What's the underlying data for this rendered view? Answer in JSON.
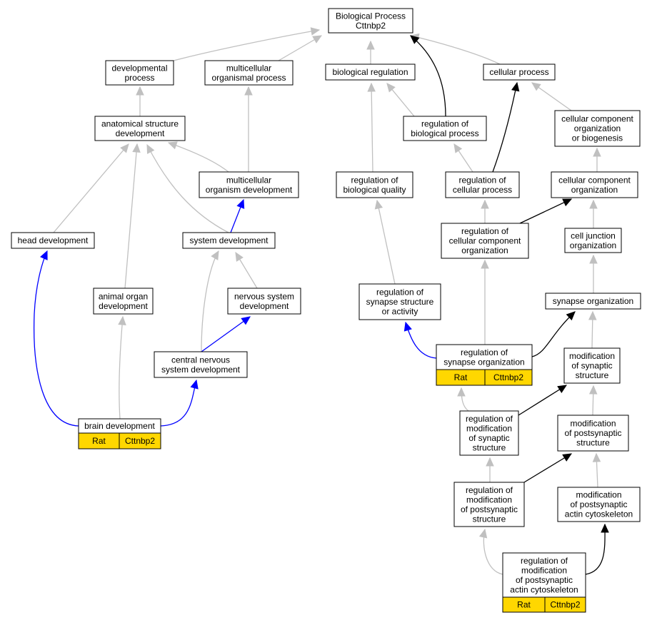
{
  "colors": {
    "gray_edge": "#c0c0c0",
    "black_edge": "#000000",
    "blue_edge": "#0000ff",
    "annotation_fill": "#ffd700",
    "node_fill": "#ffffff",
    "node_stroke": "#000000"
  },
  "nodes": {
    "bp_root": [
      "Biological Process",
      "Cttnbp2"
    ],
    "dev_process": [
      "developmental",
      "process"
    ],
    "multicell_process": [
      "multicellular",
      "organismal process"
    ],
    "bio_reg": [
      "biological regulation"
    ],
    "cell_process": [
      "cellular process"
    ],
    "anat_dev": [
      "anatomical structure",
      "development"
    ],
    "reg_bio_process": [
      "regulation of",
      "biological process"
    ],
    "cc_org_biogen": [
      "cellular component",
      "organization",
      "or biogenesis"
    ],
    "multicell_dev": [
      "multicellular",
      "organism development"
    ],
    "reg_bio_quality": [
      "regulation of",
      "biological quality"
    ],
    "reg_cell_process": [
      "regulation of",
      "cellular process"
    ],
    "cc_org": [
      "cellular component",
      "organization"
    ],
    "head_dev": [
      "head development"
    ],
    "system_dev": [
      "system development"
    ],
    "reg_cc_org": [
      "regulation of",
      "cellular component",
      "organization"
    ],
    "cell_junction_org": [
      "cell junction",
      "organization"
    ],
    "animal_organ_dev": [
      "animal organ",
      "development"
    ],
    "ns_dev": [
      "nervous system",
      "development"
    ],
    "reg_syn_struct": [
      "regulation of",
      "synapse structure",
      "or activity"
    ],
    "syn_org": [
      "synapse organization"
    ],
    "cns_dev": [
      "central nervous",
      "system development"
    ],
    "reg_syn_org": [
      "regulation of",
      "synapse organization"
    ],
    "mod_syn_struct": [
      "modification",
      "of synaptic",
      "structure"
    ],
    "brain_dev": [
      "brain development"
    ],
    "reg_mod_syn_struct": [
      "regulation of",
      "modification",
      "of synaptic",
      "structure"
    ],
    "mod_postsyn_struct": [
      "modification",
      "of postsynaptic",
      "structure"
    ],
    "reg_mod_postsyn_struct": [
      "regulation of",
      "modification",
      "of postsynaptic",
      "structure"
    ],
    "mod_postsyn_actin": [
      "modification",
      "of postsynaptic",
      "actin cytoskeleton"
    ],
    "reg_mod_postsyn_actin": [
      "regulation of",
      "modification",
      "of postsynaptic",
      "actin cytoskeleton"
    ]
  },
  "annotations": {
    "brain_dev": [
      "Rat",
      "Cttnbp2"
    ],
    "reg_syn_org": [
      "Rat",
      "Cttnbp2"
    ],
    "reg_mod_postsyn_actin": [
      "Rat",
      "Cttnbp2"
    ]
  },
  "edges": [
    {
      "from": "dev_process",
      "to": "bp_root",
      "kind": "gray"
    },
    {
      "from": "multicell_process",
      "to": "bp_root",
      "kind": "gray"
    },
    {
      "from": "bio_reg",
      "to": "bp_root",
      "kind": "gray"
    },
    {
      "from": "cell_process",
      "to": "bp_root",
      "kind": "gray"
    },
    {
      "from": "reg_bio_process",
      "to": "bp_root",
      "kind": "black"
    },
    {
      "from": "anat_dev",
      "to": "dev_process",
      "kind": "gray"
    },
    {
      "from": "multicell_dev",
      "to": "multicell_process",
      "kind": "gray"
    },
    {
      "from": "multicell_dev",
      "to": "anat_dev",
      "kind": "gray"
    },
    {
      "from": "reg_bio_process",
      "to": "bio_reg",
      "kind": "gray"
    },
    {
      "from": "reg_bio_quality",
      "to": "bio_reg",
      "kind": "gray"
    },
    {
      "from": "cc_org_biogen",
      "to": "cell_process",
      "kind": "gray"
    },
    {
      "from": "reg_cell_process",
      "to": "cell_process",
      "kind": "black"
    },
    {
      "from": "reg_cell_process",
      "to": "reg_bio_process",
      "kind": "gray"
    },
    {
      "from": "cc_org",
      "to": "cc_org_biogen",
      "kind": "gray"
    },
    {
      "from": "head_dev",
      "to": "anat_dev",
      "kind": "gray"
    },
    {
      "from": "system_dev",
      "to": "anat_dev",
      "kind": "gray"
    },
    {
      "from": "animal_organ_dev",
      "to": "anat_dev",
      "kind": "gray"
    },
    {
      "from": "system_dev",
      "to": "multicell_dev",
      "kind": "blue"
    },
    {
      "from": "reg_cc_org",
      "to": "reg_cell_process",
      "kind": "gray"
    },
    {
      "from": "reg_cc_org",
      "to": "cc_org",
      "kind": "black"
    },
    {
      "from": "cell_junction_org",
      "to": "cc_org",
      "kind": "gray"
    },
    {
      "from": "ns_dev",
      "to": "system_dev",
      "kind": "gray"
    },
    {
      "from": "cns_dev",
      "to": "system_dev",
      "kind": "gray"
    },
    {
      "from": "cns_dev",
      "to": "ns_dev",
      "kind": "blue"
    },
    {
      "from": "reg_syn_struct",
      "to": "reg_bio_quality",
      "kind": "gray"
    },
    {
      "from": "reg_syn_org",
      "to": "reg_syn_struct",
      "kind": "blue"
    },
    {
      "from": "reg_syn_org",
      "to": "reg_cc_org",
      "kind": "gray"
    },
    {
      "from": "reg_syn_org",
      "to": "syn_org",
      "kind": "black"
    },
    {
      "from": "syn_org",
      "to": "cell_junction_org",
      "kind": "gray"
    },
    {
      "from": "mod_syn_struct",
      "to": "syn_org",
      "kind": "gray"
    },
    {
      "from": "brain_dev",
      "to": "head_dev",
      "kind": "blue"
    },
    {
      "from": "brain_dev",
      "to": "animal_organ_dev",
      "kind": "gray"
    },
    {
      "from": "brain_dev",
      "to": "cns_dev",
      "kind": "blue"
    },
    {
      "from": "reg_mod_syn_struct",
      "to": "reg_syn_org",
      "kind": "gray"
    },
    {
      "from": "reg_mod_syn_struct",
      "to": "mod_syn_struct",
      "kind": "black"
    },
    {
      "from": "mod_postsyn_struct",
      "to": "mod_syn_struct",
      "kind": "gray"
    },
    {
      "from": "reg_mod_postsyn_struct",
      "to": "reg_mod_syn_struct",
      "kind": "gray"
    },
    {
      "from": "reg_mod_postsyn_struct",
      "to": "mod_postsyn_struct",
      "kind": "black"
    },
    {
      "from": "mod_postsyn_actin",
      "to": "mod_postsyn_struct",
      "kind": "gray"
    },
    {
      "from": "reg_mod_postsyn_actin",
      "to": "reg_mod_postsyn_struct",
      "kind": "gray"
    },
    {
      "from": "reg_mod_postsyn_actin",
      "to": "mod_postsyn_actin",
      "kind": "black"
    }
  ]
}
